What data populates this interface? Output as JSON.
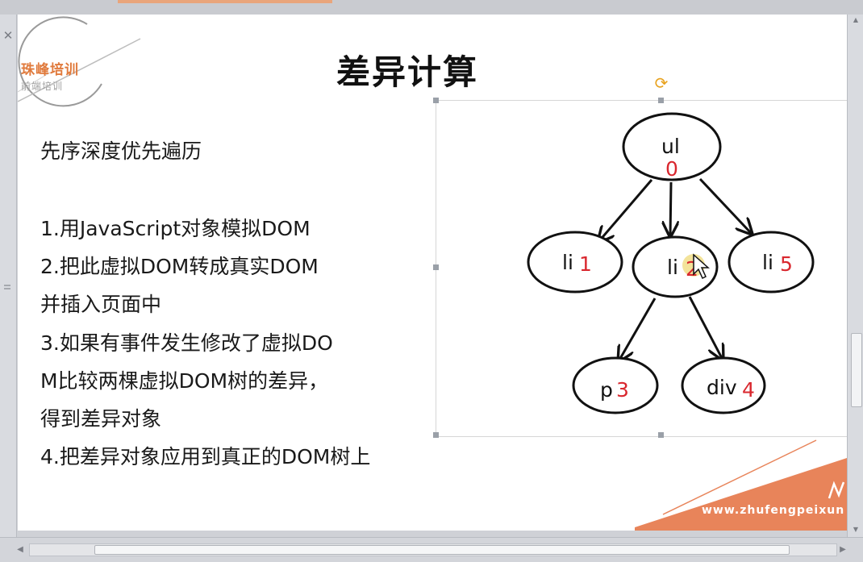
{
  "logo": {
    "name": "珠峰培训",
    "sub": "前端培训"
  },
  "slide": {
    "title": "差异计算",
    "lines": [
      "先序深度优先遍历",
      "1.用JavaScript对象模拟DOM",
      "2.把此虚拟DOM转成真实DOM",
      "并插入页面中",
      "3.如果有事件发生修改了虚拟DO",
      "M比较两棵虚拟DOM树的差异，",
      "得到差异对象",
      "4.把差异对象应用到真正的DOM树上"
    ],
    "tree": {
      "nodes": [
        {
          "label": "ul",
          "num": "0"
        },
        {
          "label": "li",
          "num": "1"
        },
        {
          "label": "li",
          "num": "2"
        },
        {
          "label": "li",
          "num": "5"
        },
        {
          "label": "p",
          "num": "3"
        },
        {
          "label": "div",
          "num": "4"
        }
      ]
    },
    "footer_url": "www.zhufengpeixun"
  },
  "colors": {
    "accent": "#e8845a",
    "number": "#d9272e"
  },
  "icons": {
    "close": "close-icon",
    "rotate": "rotate-handle-icon",
    "cursor": "move-cursor-icon"
  }
}
